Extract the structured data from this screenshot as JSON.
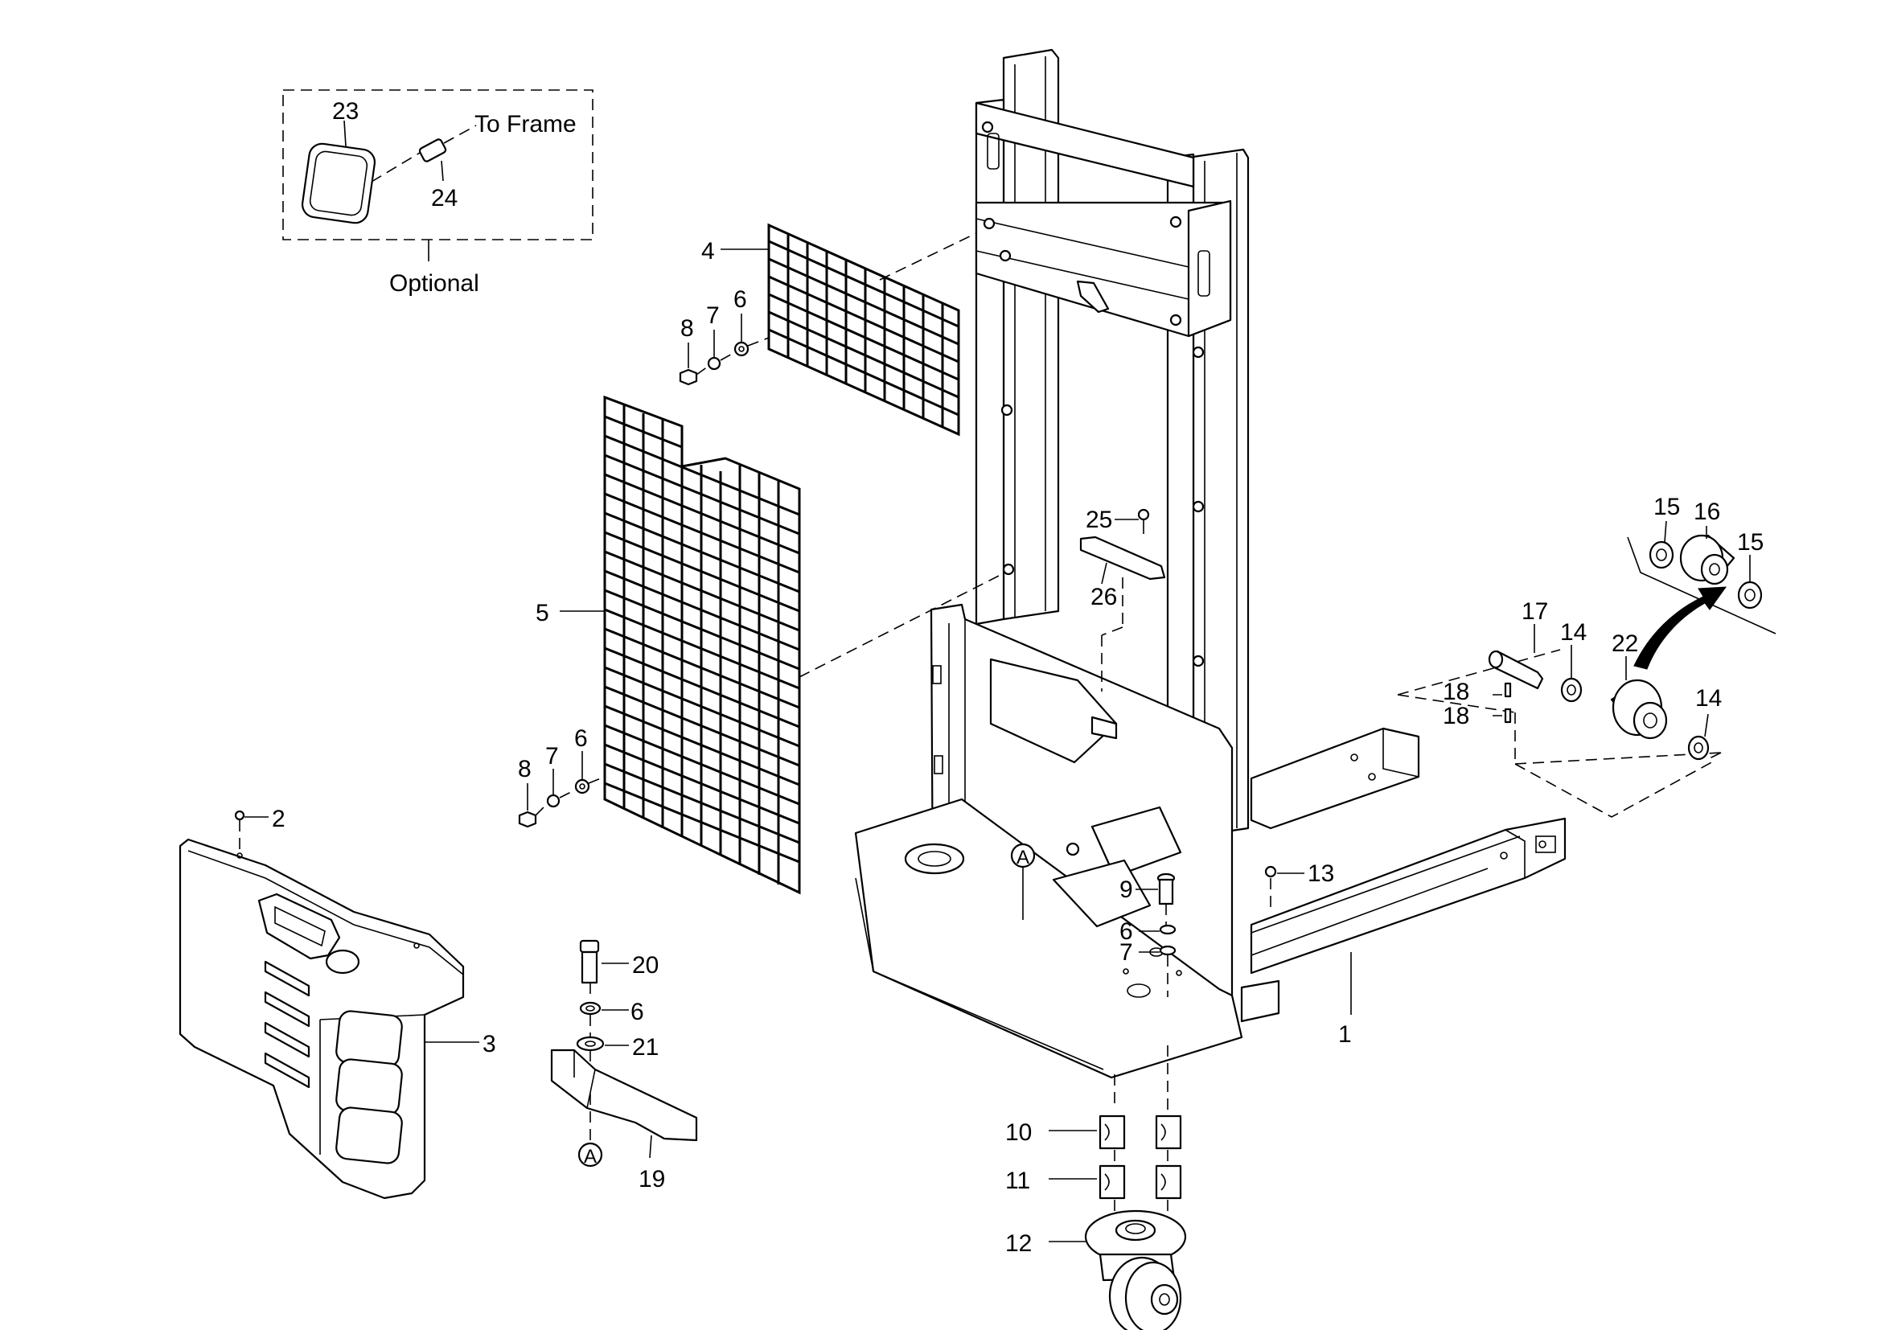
{
  "labels": {
    "l1": "1",
    "l2": "2",
    "l3": "3",
    "l4": "4",
    "l5": "5",
    "l6a": "6",
    "l6b": "6",
    "l6c": "6",
    "l6d": "6",
    "l7a": "7",
    "l7b": "7",
    "l7c": "7",
    "l8a": "8",
    "l8b": "8",
    "l9": "9",
    "l10": "10",
    "l11": "11",
    "l12": "12",
    "l13": "13",
    "l14a": "14",
    "l14b": "14",
    "l15a": "15",
    "l15b": "15",
    "l16": "16",
    "l17": "17",
    "l18a": "18",
    "l18b": "18",
    "l19": "19",
    "l20": "20",
    "l21": "21",
    "l22": "22",
    "l23": "23",
    "l24": "24",
    "l25": "25",
    "l26": "26"
  },
  "annotations": {
    "to_frame": "To Frame",
    "optional": "Optional",
    "ref_a_frame": "A",
    "ref_a_bracket": "A"
  },
  "colors": {
    "line": "#000000",
    "background": "#ffffff"
  }
}
